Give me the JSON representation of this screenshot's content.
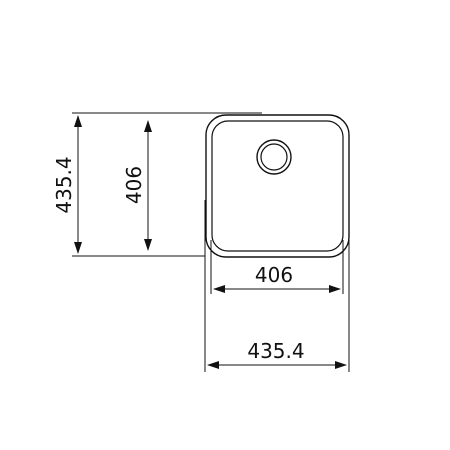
{
  "drawing": {
    "outer_width_label": "435.4",
    "inner_width_label": "406",
    "outer_height_label": "435.4",
    "inner_height_label": "406",
    "line_color": "#111111",
    "background_color": "#ffffff"
  }
}
